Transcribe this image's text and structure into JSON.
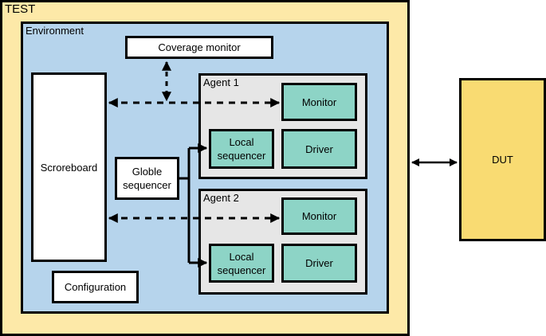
{
  "test_label": "TEST",
  "environment_label": "Environment",
  "coverage_monitor": "Coverage monitor",
  "scoreboard": "Scroreboard",
  "configuration": "Configuration",
  "globle_sequencer": "Globle\nsequencer",
  "agent1": {
    "title": "Agent 1",
    "monitor": "Monitor",
    "local_sequencer": "Local\nsequencer",
    "driver": "Driver"
  },
  "agent2": {
    "title": "Agent 2",
    "monitor": "Monitor",
    "local_sequencer": "Local\nsequencer",
    "driver": "Driver"
  },
  "dut": "DUT",
  "colors": {
    "test_bg": "#fde9a8",
    "environment_bg": "#b6d4ec",
    "agent_bg": "#e6e6e6",
    "component_teal": "#8dd4c6",
    "dut_bg": "#f9db72"
  }
}
